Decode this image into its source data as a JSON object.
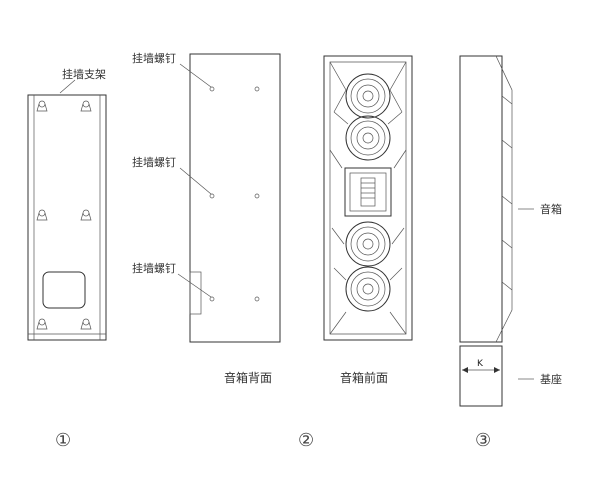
{
  "labels": {
    "wall_bracket": "挂墙支架",
    "wall_screw_1": "挂墙螺钉",
    "wall_screw_2": "挂墙螺钉",
    "wall_screw_3": "挂墙螺钉",
    "speaker": "音箱",
    "base": "基座",
    "k": "K"
  },
  "captions": {
    "speaker_back": "音箱背面",
    "speaker_front": "音箱前面"
  },
  "step_numbers": [
    "①",
    "②",
    "③"
  ]
}
